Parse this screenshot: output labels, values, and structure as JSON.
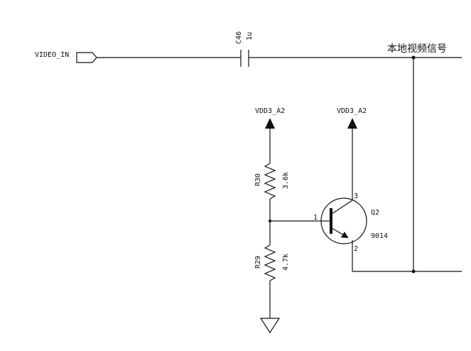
{
  "ports": {
    "video_in": "VIDEO_IN"
  },
  "net_label": "本地视频信号",
  "capacitor": {
    "ref": "C46",
    "value": "1u"
  },
  "power": {
    "left": "VDD3_A2",
    "right": "VDD3_A2"
  },
  "resistors": {
    "upper": {
      "ref": "R30",
      "value": "3.6k"
    },
    "lower": {
      "ref": "R29",
      "value": "4.7k"
    }
  },
  "transistor": {
    "ref": "Q2",
    "part": "9014",
    "pins": {
      "base": "1",
      "collector": "3",
      "emitter": "2"
    }
  }
}
